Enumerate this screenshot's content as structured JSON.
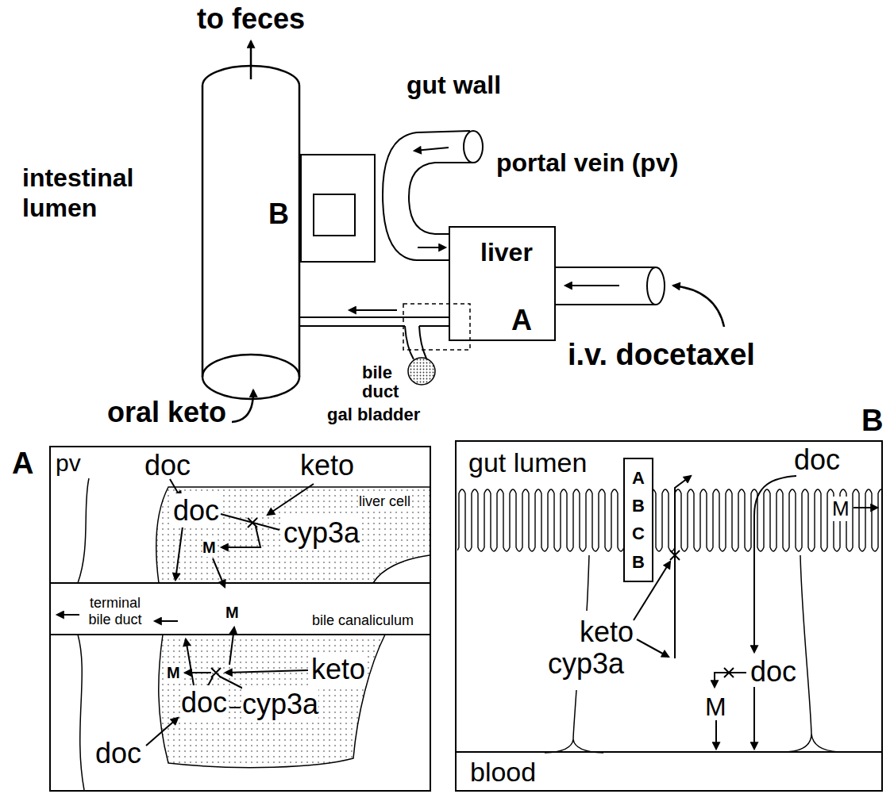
{
  "diagram": {
    "nodes": [
      {
        "text": [
          "liver",
          "A"
        ]
      },
      {
        "text": [
          "A"
        ]
      },
      {
        "text": [
          "B"
        ]
      },
      {
        "text": [
          "A B C B"
        ],
        "in": 2
      }
    ],
    "labels": [
      "to feces",
      "gut wall",
      "portal vein (pv)",
      "intestinal lumen",
      "B",
      "i.v. docetaxel",
      "bile duct",
      "gal bladder",
      "oral keto",
      "pv",
      "doc",
      "keto",
      "doc",
      "liver cell",
      "M",
      "cyp3a",
      "terminal bile duct",
      "M",
      "bile canaliculum",
      "M",
      "keto",
      "doc",
      "cyp3a",
      "doc",
      "gut lumen",
      "doc",
      "M",
      "keto",
      "cyp3a",
      "doc",
      "M",
      "blood"
    ]
  }
}
